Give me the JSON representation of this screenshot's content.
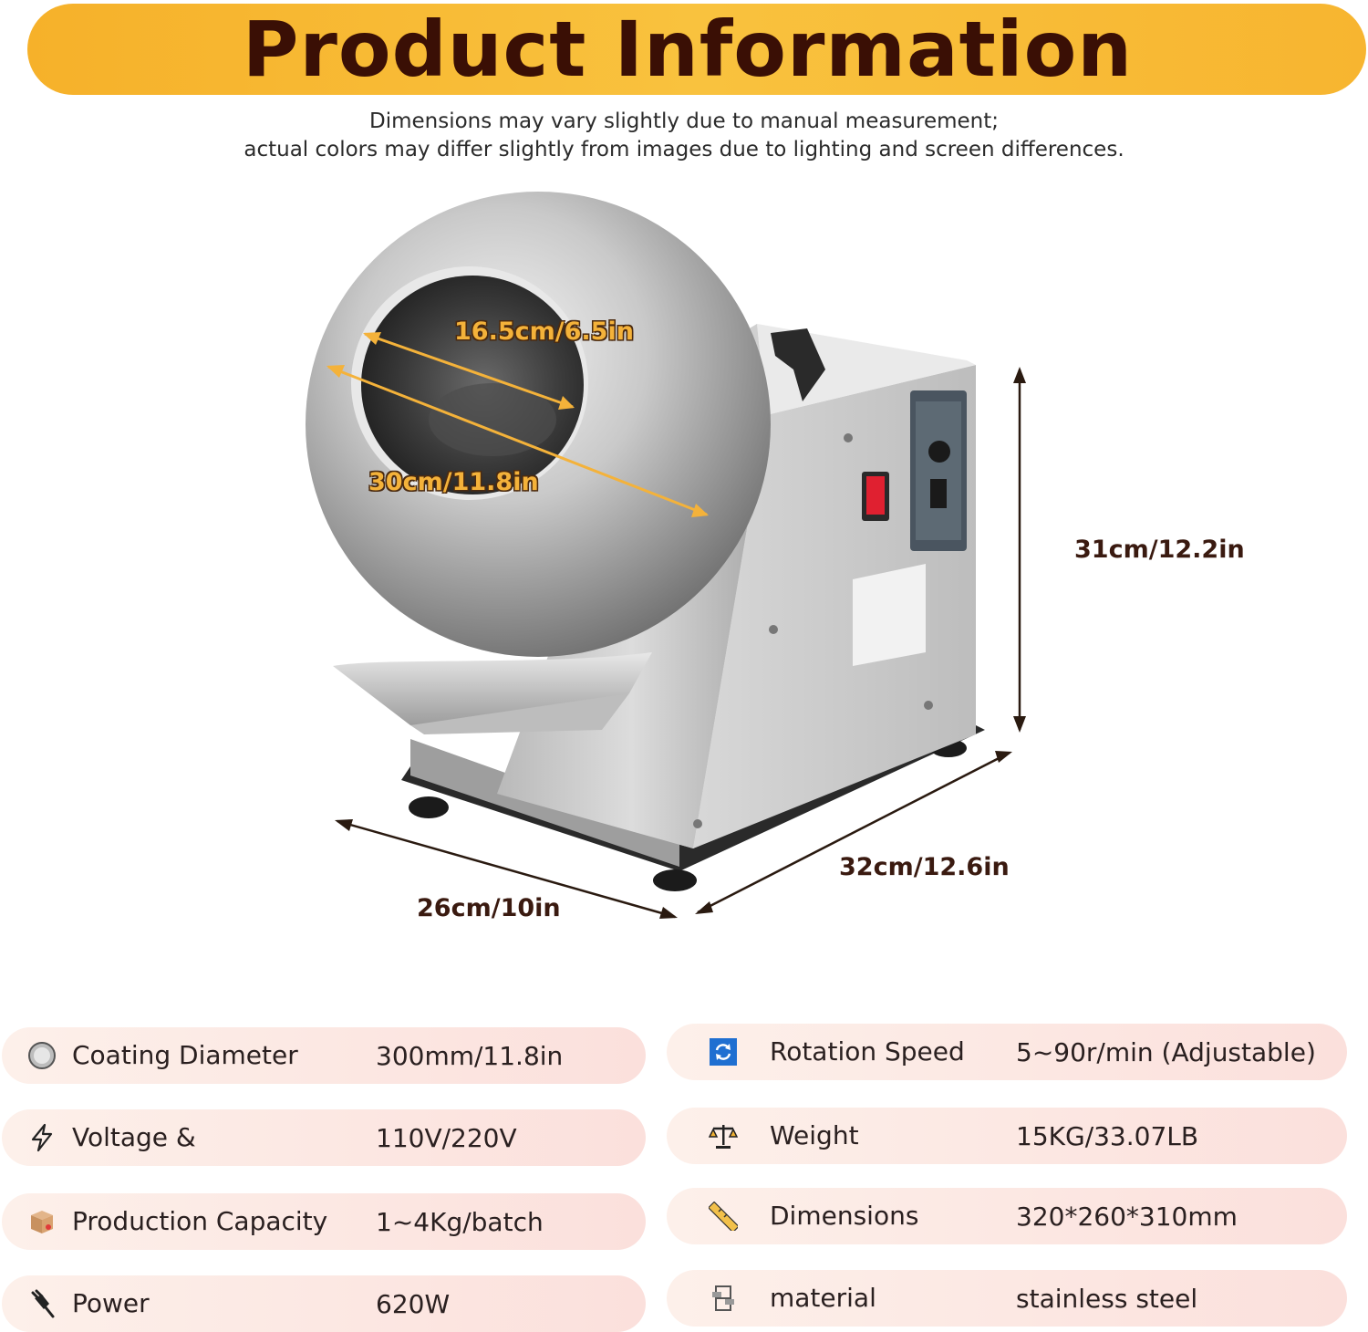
{
  "header": {
    "title": "Product Information",
    "notice_line1": "Dimensions may vary slightly due to manual measurement;",
    "notice_line2": "actual colors may differ slightly from images due to lighting and screen differences."
  },
  "dimensions": {
    "inner_opening": "16.5cm/6.5in",
    "pan_diameter": "30cm/11.8in",
    "height": "31cm/12.2in",
    "depth": "32cm/12.6in",
    "width": "26cm/10in"
  },
  "specs_left": [
    {
      "icon": "circle-icon",
      "label": "Coating Diameter",
      "value": "300mm/11.8in"
    },
    {
      "icon": "lightning-icon",
      "label": "Voltage &",
      "value": "110V/220V"
    },
    {
      "icon": "box-icon",
      "label": "Production Capacity",
      "value": "1~4Kg/batch"
    },
    {
      "icon": "plug-icon",
      "label": "Power",
      "value": "620W"
    }
  ],
  "specs_right": [
    {
      "icon": "rotation-icon",
      "label": "Rotation Speed",
      "value": "5~90r/min (Adjustable)"
    },
    {
      "icon": "scale-icon",
      "label": "Weight",
      "value": "15KG/33.07LB"
    },
    {
      "icon": "ruler-icon",
      "label": "Dimensions",
      "value": "320*260*310mm"
    },
    {
      "icon": "material-icon",
      "label": "material",
      "value": "stainless steel"
    }
  ],
  "colors": {
    "banner": "#f9c23e",
    "title": "#3a0f05",
    "dimension_text": "#3a1a10",
    "gold_text": "#f4b23a",
    "spec_pill": "#fbe0dc"
  }
}
